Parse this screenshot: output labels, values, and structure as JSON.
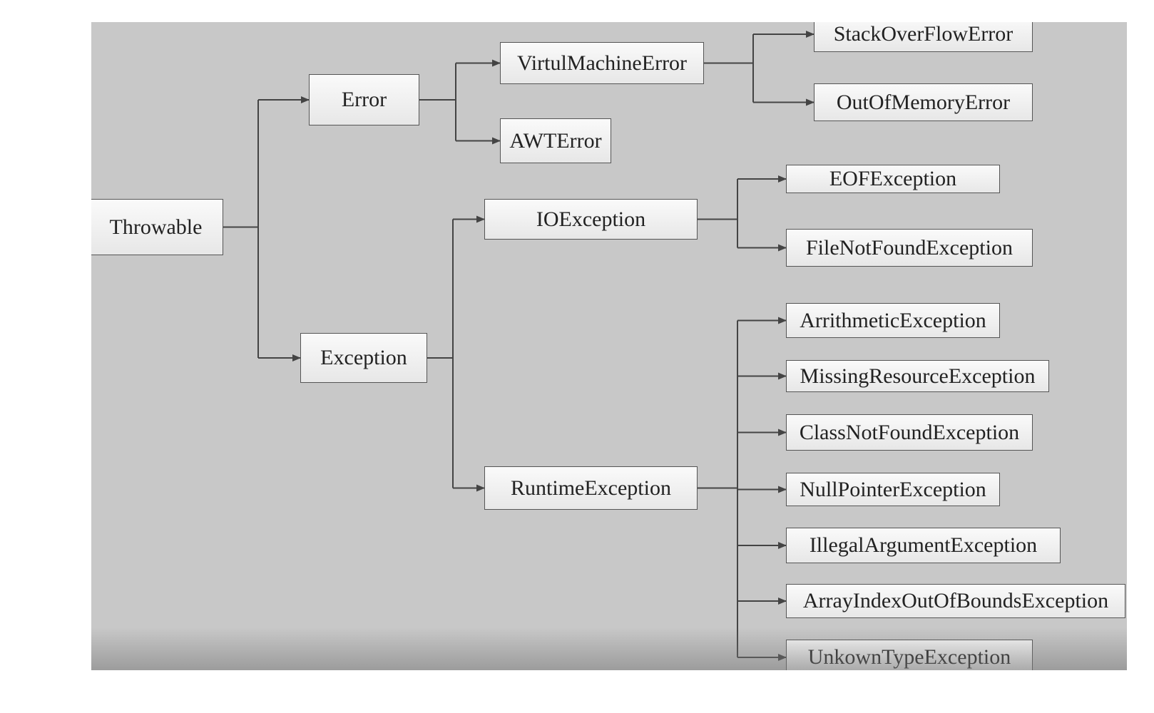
{
  "nodes": {
    "throwable": "Throwable",
    "error": "Error",
    "exception": "Exception",
    "virtual_machine_error": "VirtulMachineError",
    "awt_error": "AWTError",
    "stack_overflow_error": "StackOverFlowError",
    "out_of_memory_error": "OutOfMemoryError",
    "io_exception": "IOException",
    "runtime_exception": "RuntimeException",
    "eof_exception": "EOFException",
    "file_not_found_exception": "FileNotFoundException",
    "arithmetic_exception": "ArrithmeticException",
    "missing_resource_exception": "MissingResourceException",
    "class_not_found_exception": "ClassNotFoundException",
    "null_pointer_exception": "NullPointerException",
    "illegal_argument_exception": "IllegalArgumentException",
    "array_index_out_of_bounds_exception": "ArrayIndexOutOfBoundsException",
    "unknown_type_exception": "UnkownTypeException"
  },
  "edges": [
    [
      "throwable",
      "error"
    ],
    [
      "throwable",
      "exception"
    ],
    [
      "error",
      "virtual_machine_error"
    ],
    [
      "error",
      "awt_error"
    ],
    [
      "virtual_machine_error",
      "stack_overflow_error"
    ],
    [
      "virtual_machine_error",
      "out_of_memory_error"
    ],
    [
      "exception",
      "io_exception"
    ],
    [
      "exception",
      "runtime_exception"
    ],
    [
      "io_exception",
      "eof_exception"
    ],
    [
      "io_exception",
      "file_not_found_exception"
    ],
    [
      "runtime_exception",
      "arithmetic_exception"
    ],
    [
      "runtime_exception",
      "missing_resource_exception"
    ],
    [
      "runtime_exception",
      "class_not_found_exception"
    ],
    [
      "runtime_exception",
      "null_pointer_exception"
    ],
    [
      "runtime_exception",
      "illegal_argument_exception"
    ],
    [
      "runtime_exception",
      "array_index_out_of_bounds_exception"
    ],
    [
      "runtime_exception",
      "unknown_type_exception"
    ]
  ],
  "colors": {
    "background": "#c8c8c8",
    "box_fill": "#f2f2f2",
    "box_border": "#555555",
    "connector": "#444444",
    "text": "#222222"
  }
}
